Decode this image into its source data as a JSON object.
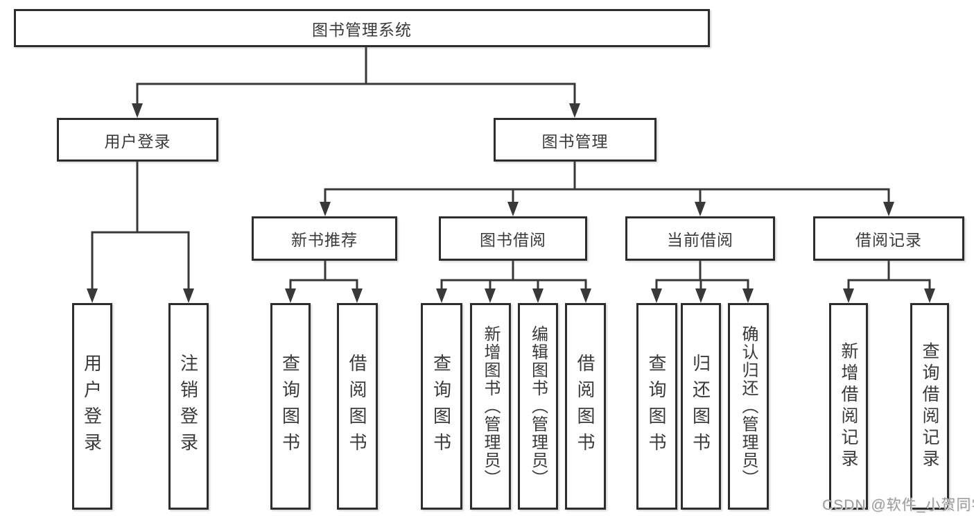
{
  "tree": {
    "label": "图书管理系统",
    "children": [
      {
        "label": "用户登录",
        "children": [
          {
            "label": "用户登录"
          },
          {
            "label": "注销登录"
          }
        ]
      },
      {
        "label": "图书管理",
        "children": [
          {
            "label": "新书推荐",
            "children": [
              {
                "label": "查询图书"
              },
              {
                "label": "借阅图书"
              }
            ]
          },
          {
            "label": "图书借阅",
            "children": [
              {
                "label": "查询图书"
              },
              {
                "label": "新增图书（管理员）"
              },
              {
                "label": "编辑图书（管理员）"
              },
              {
                "label": "借阅图书"
              }
            ]
          },
          {
            "label": "当前借阅",
            "children": [
              {
                "label": "查询图书"
              },
              {
                "label": "归还图书"
              },
              {
                "label": "确认归还（管理员）"
              }
            ]
          },
          {
            "label": "借阅记录",
            "children": [
              {
                "label": "新增借阅记录"
              },
              {
                "label": "查询借阅记录"
              }
            ]
          }
        ]
      }
    ]
  },
  "watermark": {
    "text": "CSDN @软件_小贺同学"
  },
  "colors": {
    "line": "#383838",
    "box_border": "#2d2d2d",
    "text": "#3a3a3a",
    "watermark": "#9e9e9e",
    "background": "#ffffff"
  }
}
